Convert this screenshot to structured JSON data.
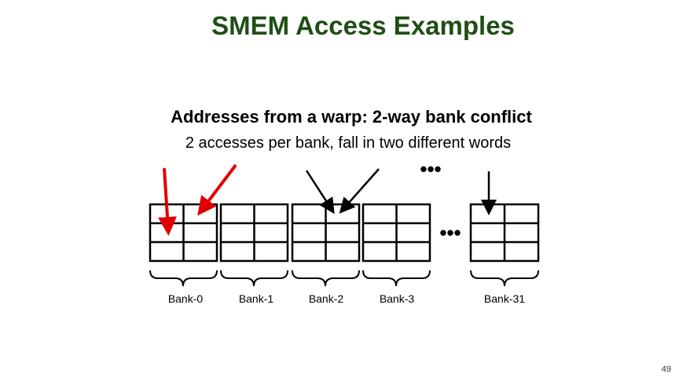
{
  "slide": {
    "title": "SMEM Access Examples",
    "subtitle": "Addresses from a warp: 2-way bank conflict",
    "description": "2 accesses per bank, fall in two different words",
    "page_number": "49"
  },
  "banks": [
    {
      "label": "Bank-0"
    },
    {
      "label": "Bank-1"
    },
    {
      "label": "Bank-2"
    },
    {
      "label": "Bank-3"
    },
    {
      "label": "Bank-31"
    }
  ],
  "ellipsis": [
    "•••",
    "•••"
  ],
  "colors": {
    "title": "#1f4e16",
    "conflict_arrow": "#e00000",
    "normal_arrow": "#000000"
  }
}
